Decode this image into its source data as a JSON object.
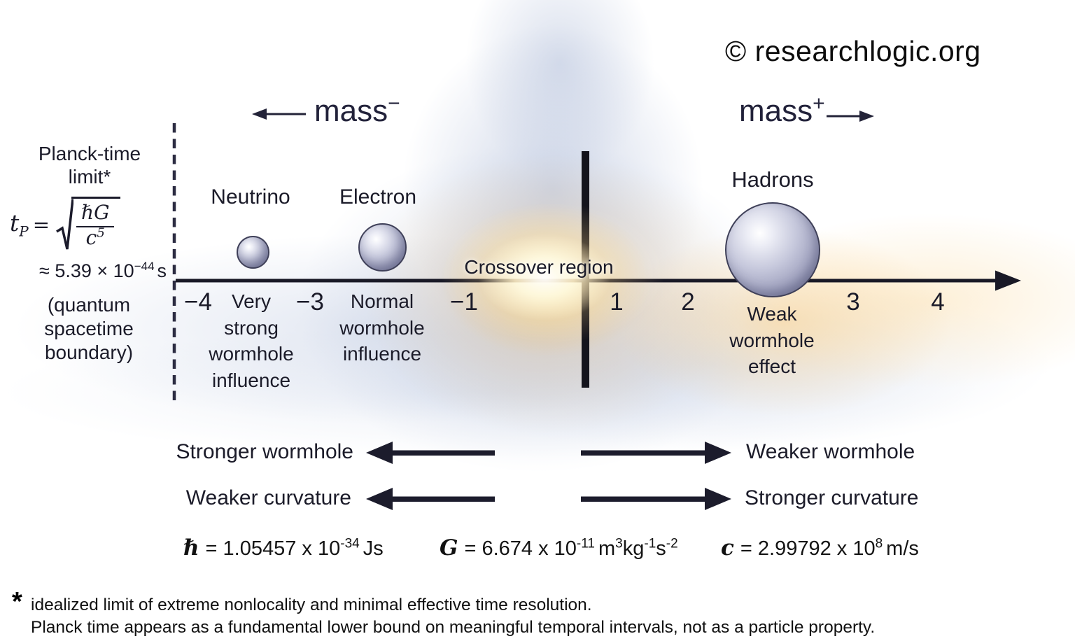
{
  "colors": {
    "ink": "#1b1b29",
    "glow_orange": "#f6c77e",
    "cloud_blue": "#aab6d5",
    "sphere_body": "#9a9cba"
  },
  "copyright": "© researchlogic.org",
  "mass_axis": {
    "mass_minus_base": "mass",
    "mass_minus_sup": "−",
    "mass_plus_base": "mass",
    "mass_plus_sup": "+",
    "ticks": [
      "−4",
      "−3",
      "−1",
      "1",
      "2",
      "3",
      "4"
    ],
    "crossover_label": "Crossover region"
  },
  "planck": {
    "title_line1": "Planck-time",
    "title_line2": "limit*",
    "formula": {
      "var": "t",
      "sub": "P",
      "eq": "=",
      "numerator": "ℏG",
      "den_base": "c",
      "den_exp": "5"
    },
    "approx_base": "≈ 5.39 × 10",
    "approx_exp": "−44",
    "approx_unit": "s",
    "note_line1": "(quantum",
    "note_line2": "spacetime",
    "note_line3": "boundary)"
  },
  "particles": {
    "neutrino": "Neutrino",
    "electron": "Electron",
    "hadrons": "Hadrons"
  },
  "regions": {
    "very_strong": [
      "Very",
      "strong",
      "wormhole",
      "influence"
    ],
    "normal": [
      "Normal",
      "wormhole",
      "influence"
    ],
    "weak": [
      "Weak",
      "wormhole",
      "effect"
    ]
  },
  "gradients": {
    "row1_left": "Stronger wormhole",
    "row1_right": "Weaker wormhole",
    "row2_left": "Weaker curvature",
    "row2_right": "Stronger curvature"
  },
  "constants": {
    "hbar": {
      "symbol": "ℏ",
      "body": "= 1.05457 x 10",
      "exp": "-34",
      "unit": "Js"
    },
    "g": {
      "symbol": "G",
      "body": "= 6.674 x 10",
      "exp": "-11",
      "u1": "m",
      "e1": "3",
      "u2": "kg",
      "e2": "-1",
      "u3": "s",
      "e3": "-2"
    },
    "c": {
      "symbol": "c",
      "body": "= 2.99792 x 10",
      "exp": "8",
      "unit": "m/s"
    }
  },
  "footnote": {
    "star": "*",
    "line1": "idealized limit of extreme nonlocality and minimal effective time resolution.",
    "line2": "Planck time appears as a fundamental lower bound on meaningful temporal intervals, not as a particle property."
  }
}
